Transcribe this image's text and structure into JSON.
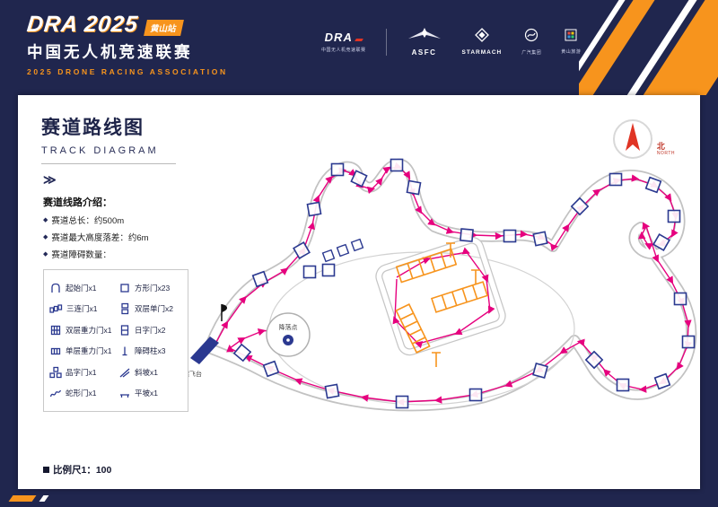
{
  "header": {
    "logo": {
      "title": "DRA 2025",
      "badge": "黄山站",
      "cn": "中国无人机竞速联赛",
      "en": "2025 DRONE RACING ASSOCIATION"
    },
    "partners": [
      {
        "name": "DRA",
        "caption": "中国无人机竞速联赛"
      },
      {
        "name": "ASFC",
        "caption": "ASFC"
      },
      {
        "name": "STARMACH",
        "caption": "STARMACH"
      },
      {
        "name": "partner-4",
        "caption": "广汽集团"
      },
      {
        "name": "partner-5",
        "caption": "黄山旅游"
      }
    ]
  },
  "content": {
    "title": "赛道路线图",
    "title_en": "TRACK DIAGRAM",
    "compass": {
      "north_cn": "北",
      "north_en": "NORTH"
    },
    "arrow_glyph": "≫",
    "intro_heading": "赛道线路介绍：",
    "bullets": [
      "赛道总长：约500m",
      "赛道最大高度落差：约6m",
      "赛道障碍数量："
    ],
    "legend": {
      "left": [
        {
          "icon": "start-gate",
          "label": "起始门x1"
        },
        {
          "icon": "triple-gate",
          "label": "三连门x1"
        },
        {
          "icon": "double-gravity-gate",
          "label": "双层重力门x1"
        },
        {
          "icon": "single-gravity-gate",
          "label": "单层重力门x1"
        },
        {
          "icon": "pin-gate",
          "label": "品字门x1"
        },
        {
          "icon": "snake-gate",
          "label": "蛇形门x1"
        }
      ],
      "right": [
        {
          "icon": "square-gate",
          "label": "方形门x23"
        },
        {
          "icon": "double-single-gate",
          "label": "双层单门x2"
        },
        {
          "icon": "sun-gate",
          "label": "日字门x2"
        },
        {
          "icon": "obstacle-pillar",
          "label": "障碍柱x3"
        },
        {
          "icon": "ramp",
          "label": "斜坡x1"
        },
        {
          "icon": "flat-slope",
          "label": "平坡x1"
        }
      ]
    },
    "diagram": {
      "landing_label": "降落点",
      "takeoff_label": "起飞台"
    },
    "scale_label": "比例尺1：100"
  },
  "colors": {
    "navy": "#20264e",
    "orange": "#f7941d",
    "route_pink": "#e6007e",
    "gate_blue": "#2b3990"
  }
}
